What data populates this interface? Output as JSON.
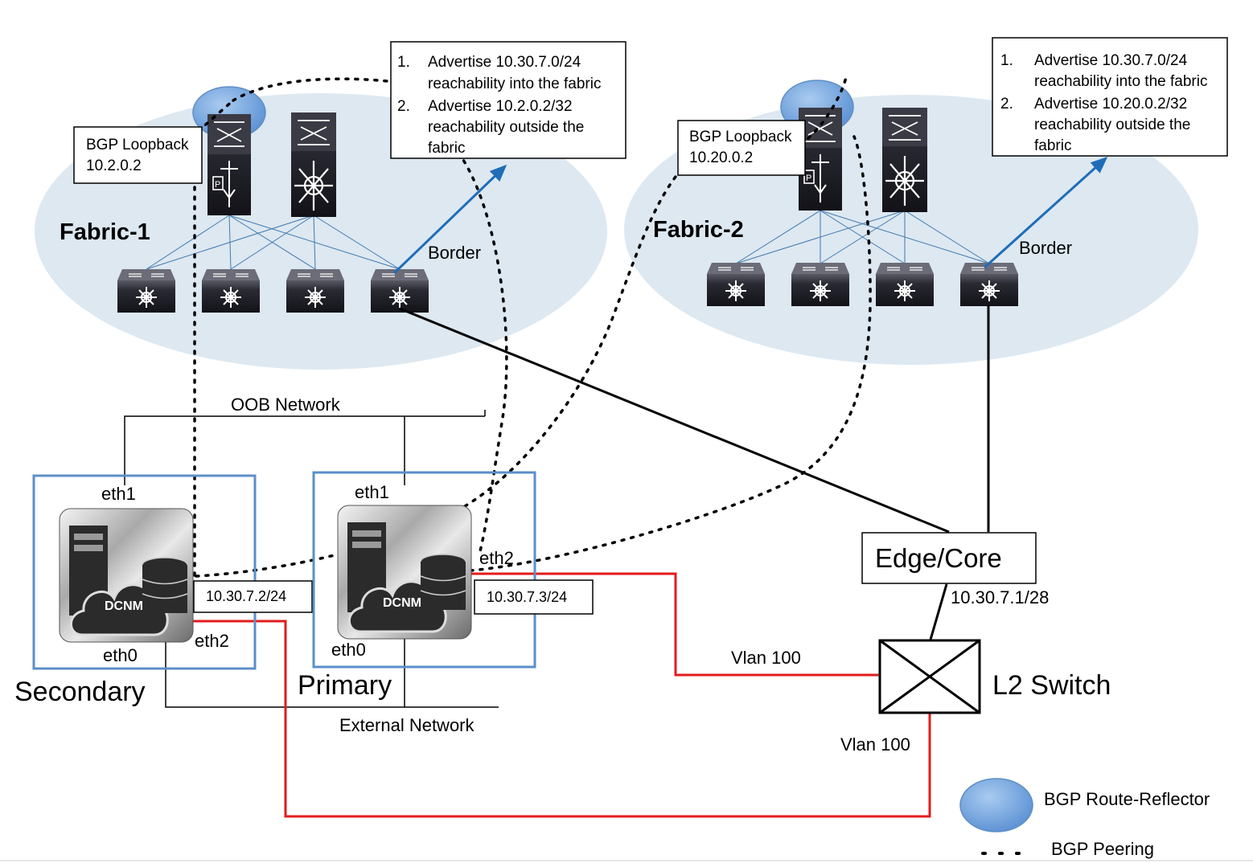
{
  "colors": {
    "fabric_bg": "#dde8f1",
    "route_reflector": "#6fa2dc",
    "blue_arrow": "#1f6db8",
    "red_link": "#e31b1b",
    "server_box": "#5b8fc9",
    "device_dark": "#1c1c24"
  },
  "fabric1": {
    "title": "Fabric-1",
    "loopback_line1": "BGP Loopback",
    "loopback_line2": "10.2.0.2",
    "border_label": "Border",
    "callout": [
      {
        "num": "1.",
        "line1": "Advertise 10.30.7.0/24",
        "line2": "reachability into the fabric",
        "line3": ""
      },
      {
        "num": "2.",
        "line1": "Advertise 10.2.0.2/32",
        "line2": "reachability outside the",
        "line3": "fabric"
      }
    ]
  },
  "fabric2": {
    "title": "Fabric-2",
    "loopback_line1": "BGP Loopback",
    "loopback_line2": "10.20.0.2",
    "border_label": "Border",
    "callout": [
      {
        "num": "1.",
        "line1": "Advertise 10.30.7.0/24",
        "line2": "reachability into the fabric",
        "line3": ""
      },
      {
        "num": "2.",
        "line1": "Advertise 10.20.0.2/32",
        "line2": "reachability outside the",
        "line3": "fabric"
      }
    ]
  },
  "networks": {
    "oob": "OOB Network",
    "external": "External Network"
  },
  "secondary": {
    "title": "Secondary",
    "eth1": "eth1",
    "eth0": "eth0",
    "eth2": "eth2",
    "ip": "10.30.7.2/24",
    "server_label": "DCNM"
  },
  "primary": {
    "title": "Primary",
    "eth1": "eth1",
    "eth0": "eth0",
    "eth2": "eth2",
    "ip": "10.30.7.3/24",
    "server_label": "DCNM"
  },
  "edge_core": {
    "label": "Edge/Core",
    "ip": "10.30.7.1/28"
  },
  "l2_switch": {
    "label": "L2 Switch",
    "vlan_left": "Vlan 100",
    "vlan_bottom": "Vlan 100"
  },
  "legend": {
    "route_reflector": "BGP Route-Reflector",
    "peering": "BGP Peering"
  }
}
